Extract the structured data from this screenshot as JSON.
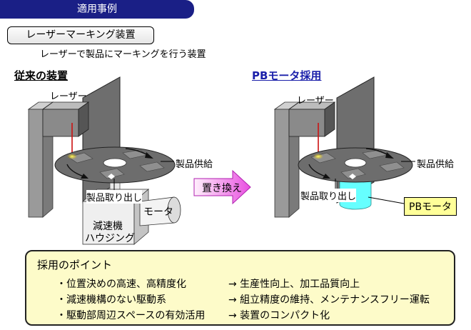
{
  "header": {
    "tab_label": "適用事例"
  },
  "title": "レーザーマーキング装置",
  "subtitle": "レーザーで製品にマーキングを行う装置",
  "before": {
    "heading": "従来の装置",
    "laser": "レーザー",
    "supply": "製品供給",
    "takeout": "製品取り出し",
    "motor": "モータ",
    "housing_line1": "減速機",
    "housing_line2": "ハウジング"
  },
  "arrow_label": "置き換え",
  "after": {
    "heading": "PBモータ採用",
    "laser": "レーザー",
    "supply": "製品供給",
    "takeout": "製品取り出し",
    "motor": "PBモータ"
  },
  "points": {
    "title": "採用のポイント",
    "items": [
      {
        "feature": "・位置決めの高速、高精度化",
        "result": "→ 生産性向上、加工品質向上"
      },
      {
        "feature": "・減速機構のない駆動系",
        "result": "→ 組立精度の維持、メンテナンスフリー運転"
      },
      {
        "feature": "・駆動部周辺スペースの有効活用",
        "result": "→ 装置のコンパクト化"
      }
    ]
  },
  "colors": {
    "header_bg": "#1a1f86",
    "after_heading": "#1a1faa",
    "pb_motor": "#66ffff",
    "arrow": "#e84fe0",
    "points_bg": "#fdfbc9"
  }
}
